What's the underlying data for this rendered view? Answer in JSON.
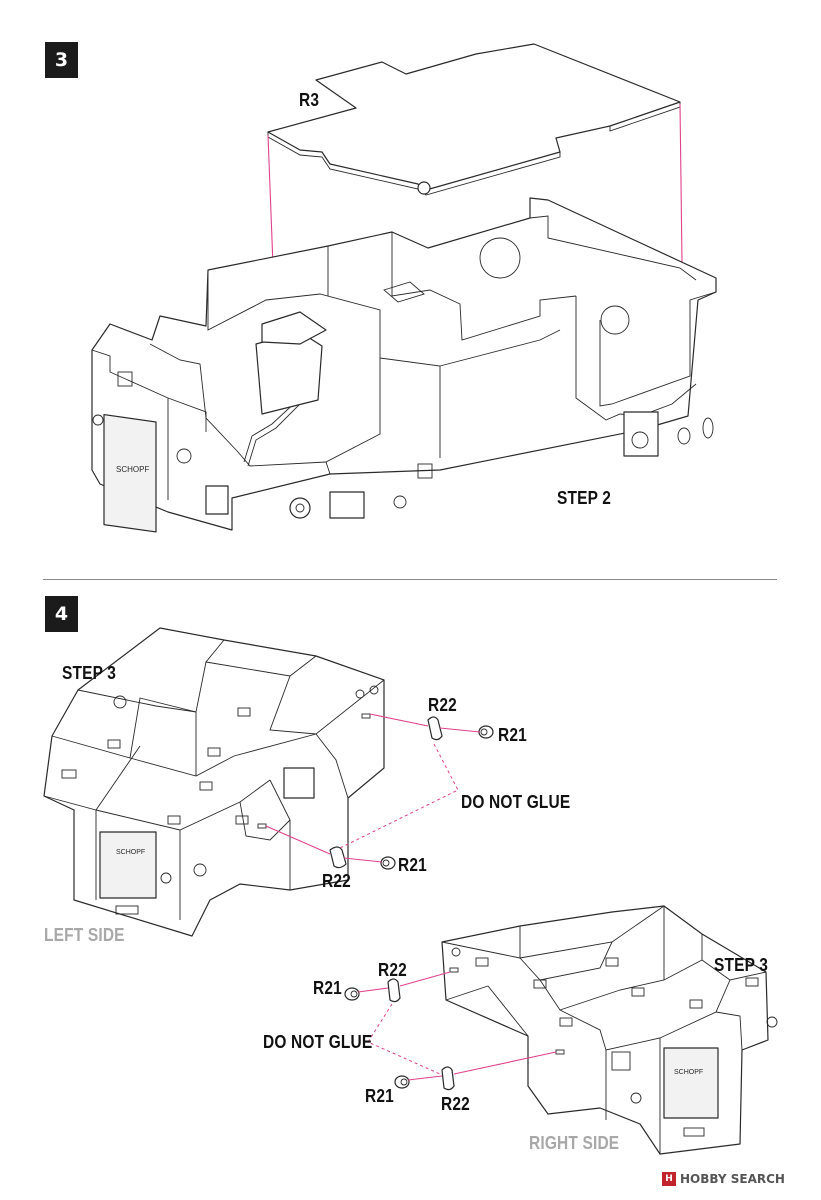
{
  "steps": [
    {
      "number": "3"
    },
    {
      "number": "4"
    }
  ],
  "labels": {
    "r3": "R3",
    "step2": "STEP 2",
    "step3_left": "STEP 3",
    "step3_right": "STEP 3",
    "r22_a": "R22",
    "r21_a": "R21",
    "do_not_glue_a": "DO NOT GLUE",
    "r22_b": "R22",
    "r21_b": "R21",
    "left_side": "LEFT SIDE",
    "r21_c": "R21",
    "r22_c": "R22",
    "do_not_glue_b": "DO NOT GLUE",
    "r21_d": "R21",
    "r22_d": "R22",
    "right_side": "RIGHT SIDE"
  },
  "decals": {
    "brand_left": "SCHOPF",
    "brand_right": "SCHOPF",
    "brand_top": "SCHOPF"
  },
  "watermark": {
    "text": "HOBBY SEARCH",
    "logo_glyph": "H"
  },
  "colors": {
    "guide_line": "#e0428c",
    "badge": "#1b1b1b",
    "side_label": "#a8a8a8"
  }
}
